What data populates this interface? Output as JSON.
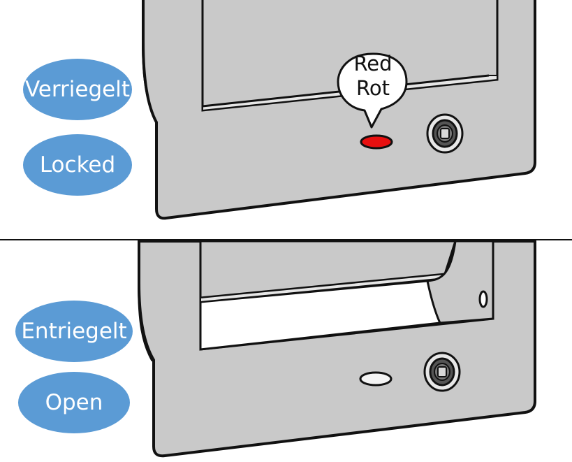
{
  "locked_state": {
    "label_de": "Verriegelt",
    "label_en": "Locked",
    "callout_line1": "Red",
    "callout_line2": "Rot",
    "led_color": "#e81010"
  },
  "open_state": {
    "label_de": "Entriegelt",
    "label_en": "Open",
    "led_color": "#f4f4f4"
  },
  "colors": {
    "label_pill": "#5b9bd5",
    "panel": "#c9c9c9",
    "outline": "#111111"
  }
}
